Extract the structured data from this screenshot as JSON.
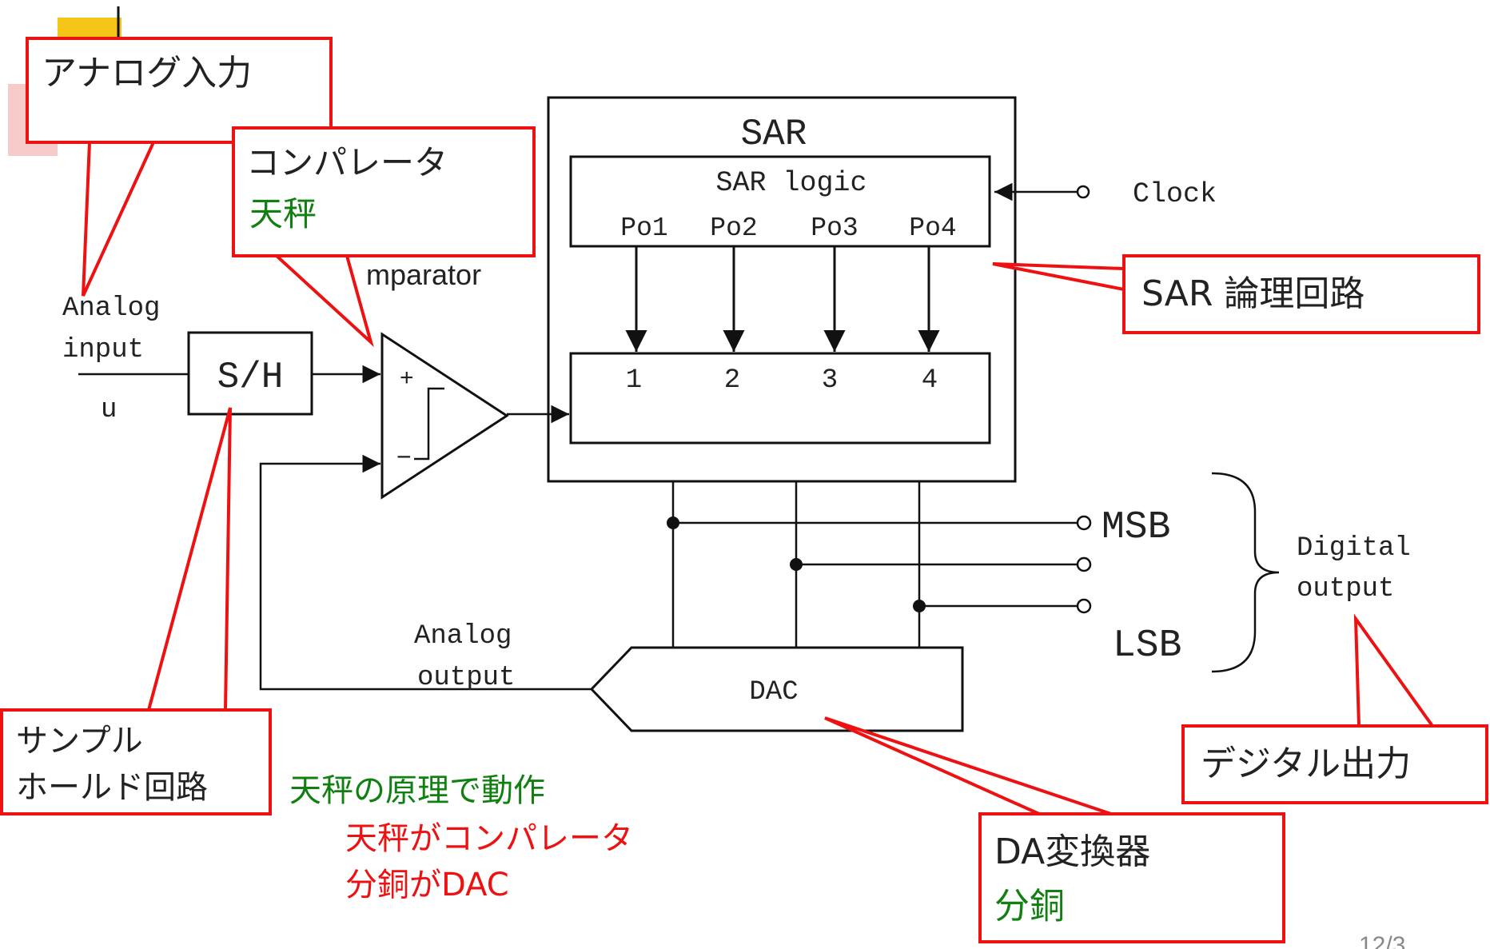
{
  "colors": {
    "callout_border": "#ee1111",
    "green_text": "#108010",
    "red_text": "#ee1111",
    "line": "#111111",
    "slide_accent_yellow": "#f5c518",
    "slide_accent_pink": "#f4b8b8"
  },
  "diagram": {
    "sar_title": "SAR",
    "sar_logic": "SAR logic",
    "po": [
      "Po1",
      "Po2",
      "Po3",
      "Po4"
    ],
    "reg": [
      "1",
      "2",
      "3",
      "4"
    ],
    "clock": "Clock",
    "analog_input_1": "Analog",
    "analog_input_2": "input",
    "input_symbol": "u",
    "sh": "S/H",
    "plus": "+",
    "minus": "−",
    "comparator_frag": "mparator",
    "msb": "MSB",
    "lsb": "LSB",
    "digital_1": "Digital",
    "digital_2": "output",
    "analog_output_1": "Analog",
    "analog_output_2": "output",
    "dac": "DAC"
  },
  "callouts": {
    "analog_input": "アナログ入力",
    "comparator_1": "コンパレータ",
    "comparator_2": "天秤",
    "sar_logic": "SAR 論理回路",
    "sample_hold_1": "サンプル",
    "sample_hold_2": "ホールド回路",
    "digital_output": "デジタル出力",
    "dac_1": "DA変換器",
    "dac_2": "分銅"
  },
  "note": {
    "line1": "天秤の原理で動作",
    "line2": "天秤がコンパレータ",
    "line3": "分銅がDAC"
  },
  "page_number": "12/3"
}
